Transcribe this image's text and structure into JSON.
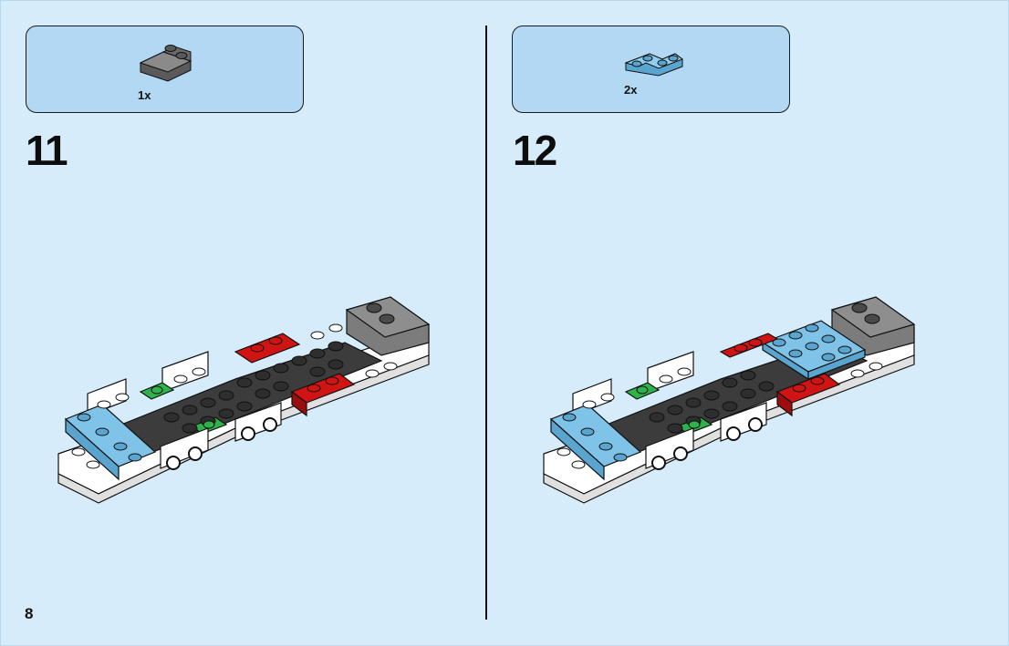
{
  "page": {
    "number": "8"
  },
  "steps": [
    {
      "number": "11",
      "part": {
        "quantity": "1x",
        "color_name": "dark-gray",
        "color": "#7c7c7c"
      }
    },
    {
      "number": "12",
      "part": {
        "quantity": "2x",
        "color_name": "light-blue",
        "color": "#7fc4e8"
      }
    }
  ],
  "colors": {
    "background": "#d6ecfa",
    "parts_box": "#b2d8f3",
    "white_brick": "#ffffff",
    "dark_brick": "#3c3c3c",
    "gray_brick": "#7c7c7c",
    "red_brick": "#d01414",
    "green_brick": "#2fb24c",
    "blue_brick": "#7fc4e8"
  }
}
